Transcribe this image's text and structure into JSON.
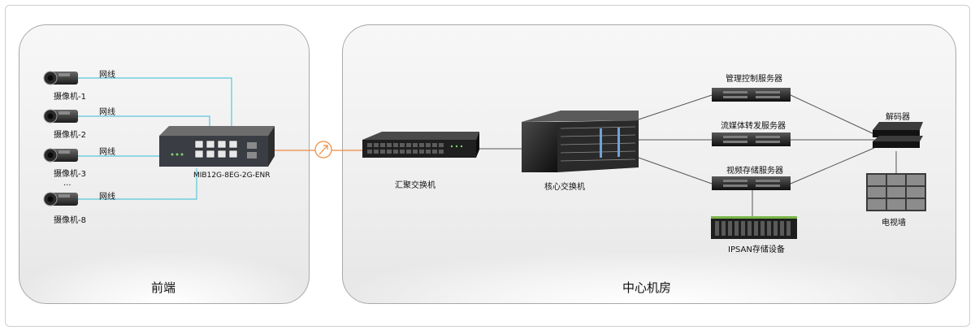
{
  "front_panel": {
    "title": "前端",
    "cameras": [
      {
        "label": "摄像机-1",
        "cable": "网线"
      },
      {
        "label": "摄像机-2",
        "cable": "网线"
      },
      {
        "label": "摄像机-3",
        "cable": "网线"
      },
      {
        "label": "摄像机-8",
        "cable": "网线"
      }
    ],
    "ellipsis": "...",
    "switch_model": "MIB12G-8EG-2G-ENR"
  },
  "center_panel": {
    "title": "中心机房",
    "aggregation_switch": "汇聚交换机",
    "core_switch": "核心交换机",
    "servers": [
      "管理控制服务器",
      "流媒体转发服务器",
      "视频存储服务器"
    ],
    "storage": "IPSAN存储设备",
    "decoder": "解码器",
    "video_wall": "电视墙"
  },
  "colors": {
    "camera_link": "#5bc6dc",
    "uplink": "#ee8a3c",
    "device_link": "#555555"
  }
}
